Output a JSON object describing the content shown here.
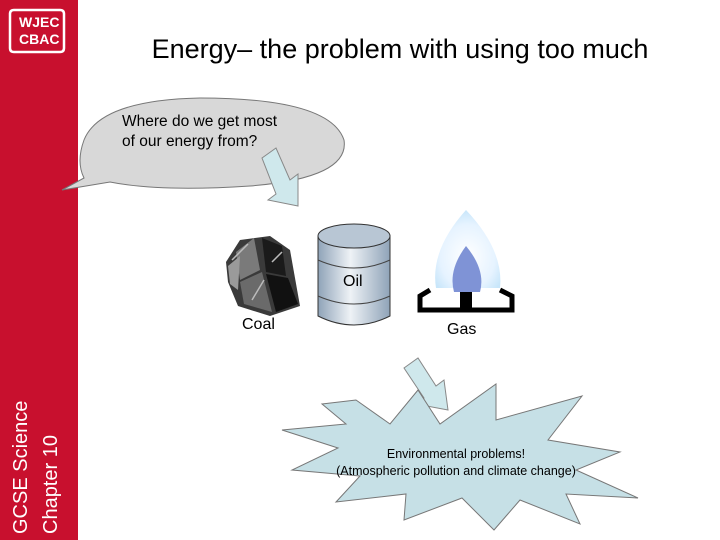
{
  "logo": {
    "line1": "WJEC",
    "line2": "CBAC"
  },
  "sidebar": {
    "line1": "GCSE Science",
    "line2": "Chapter 10"
  },
  "title": "Energy– the problem with using too much",
  "bubble": {
    "text": "Where do we get most of our energy from?"
  },
  "sources": {
    "coal_label": "Coal",
    "oil_label": "Oil",
    "gas_label": "Gas"
  },
  "burst": {
    "line1": "Environmental problems!",
    "line2": "(Atmospheric pollution and climate change)"
  },
  "colors": {
    "brand_red": "#c8102e",
    "bubble_fill": "#d8d8d8",
    "arrow_fill": "#cfe8ec",
    "burst_fill": "#c6e0e6",
    "flame_blue": "#7f93d6"
  }
}
